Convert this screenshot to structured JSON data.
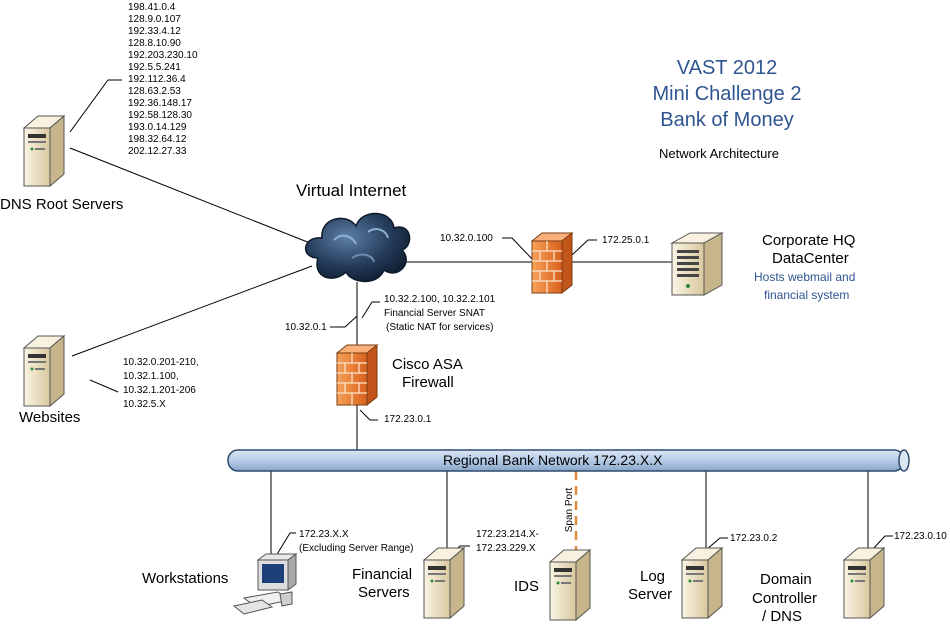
{
  "title": {
    "line1": "VAST 2012",
    "line2": "Mini Challenge 2",
    "line3": "Bank of Money",
    "subtitle": "Network Architecture"
  },
  "internet": {
    "label": "Virtual Internet"
  },
  "dns": {
    "label": "DNS Root Servers",
    "ips": [
      "198.41.0.4",
      "128.9.0.107",
      "192.33.4.12",
      "128.8.10.90",
      "192.203.230.10",
      "192.5.5.241",
      "192.112.36.4",
      "128.63.2.53",
      "192.36.148.17",
      "192.58.128.30",
      "193.0.14.129",
      "198.32.64.12",
      "202.12.27.33"
    ]
  },
  "websites": {
    "label": "Websites",
    "ips": [
      "10.32.0.201-210,",
      "10.32.1.100,",
      "10.32.1.201-206",
      "10.32.5.X"
    ]
  },
  "hq": {
    "label_line1": "Corporate HQ",
    "label_line2": "DataCenter",
    "note_line1": "Hosts webmail and",
    "note_line2": "financial system",
    "outside_ip": "10.32.0.100",
    "inside_ip": "172.25.0.1"
  },
  "asa": {
    "label_line1": "Cisco ASA",
    "label_line2": "Firewall",
    "outside_ip": "10.32.0.1",
    "inside_ip": "172.23.0.1",
    "snat_line1": "10.32.2.100, 10.32.2.101",
    "snat_line2": "Financial Server SNAT",
    "snat_line3": "(Static NAT for services)"
  },
  "network": {
    "label": "Regional Bank Network 172.23.X.X"
  },
  "workstations": {
    "label": "Workstations",
    "ip_line1": "172.23.X.X",
    "ip_line2": "(Excluding Server Range)"
  },
  "financial": {
    "label_line1": "Financial",
    "label_line2": "Servers",
    "ip_line1": "172.23.214.X-",
    "ip_line2": "172.23.229.X"
  },
  "ids": {
    "label": "IDS",
    "span": "Span Port"
  },
  "log": {
    "label_line1": "Log",
    "label_line2": "Server",
    "ip": "172.23.0.2"
  },
  "dc": {
    "label_line1": "Domain",
    "label_line2": "Controller",
    "label_line3": "/ DNS",
    "ip": "172.23.0.10"
  },
  "colors": {
    "title": "#2f5590",
    "bus_fill": "#b5cbe6",
    "bus_stroke": "#2e4a6e",
    "firewall": "#e8742a",
    "span": "#e08a3c",
    "server_body": "#efe3c4"
  }
}
